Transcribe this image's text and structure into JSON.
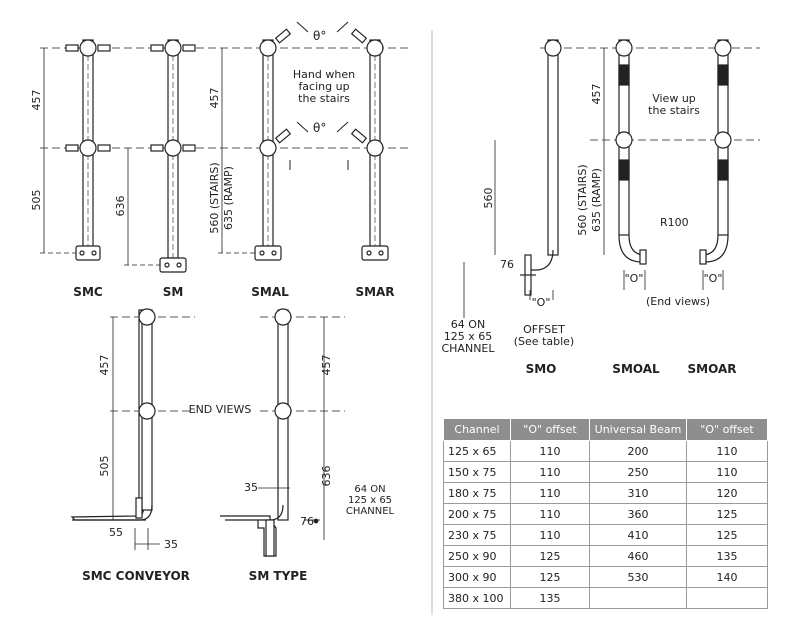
{
  "angle": "θ°",
  "dims": {
    "d457": "457",
    "d505": "505",
    "d636": "636",
    "d560": "560",
    "d560s": "560 (STAIRS)",
    "d635r": "635 (RAMP)",
    "d76": "76",
    "d35": "35",
    "d55": "55",
    "r100": "R100",
    "o_q": "\"O\""
  },
  "notes": {
    "hand": [
      "Hand when",
      "facing up",
      "the stairs"
    ],
    "view": [
      "View up",
      "the stairs"
    ],
    "end_views_paren": "(End views)",
    "end_views": "END VIEWS",
    "channel": [
      "64 ON",
      "125 x 65",
      "CHANNEL"
    ],
    "offset": [
      "OFFSET",
      "(See table)"
    ]
  },
  "captions": {
    "smc": "SMC",
    "sm": "SM",
    "smal": "SMAL",
    "smar": "SMAR",
    "smo": "SMO",
    "smoal": "SMOAL",
    "smoar": "SMOAR",
    "smc_conveyor": "SMC CONVEYOR",
    "sm_type": "SM TYPE"
  },
  "table": {
    "headers": [
      "Channel",
      "\"O\" offset",
      "Universal Beam",
      "\"O\" offset"
    ],
    "rows": [
      [
        "125 x 65",
        "110",
        "200",
        "110"
      ],
      [
        "150 x 75",
        "110",
        "250",
        "110"
      ],
      [
        "180 x 75",
        "110",
        "310",
        "120"
      ],
      [
        "200 x 75",
        "110",
        "360",
        "125"
      ],
      [
        "230 x 75",
        "110",
        "410",
        "125"
      ],
      [
        "250 x 90",
        "125",
        "460",
        "135"
      ],
      [
        "300 x 90",
        "125",
        "530",
        "140"
      ],
      [
        "380 x 100",
        "135",
        "",
        ""
      ]
    ]
  }
}
